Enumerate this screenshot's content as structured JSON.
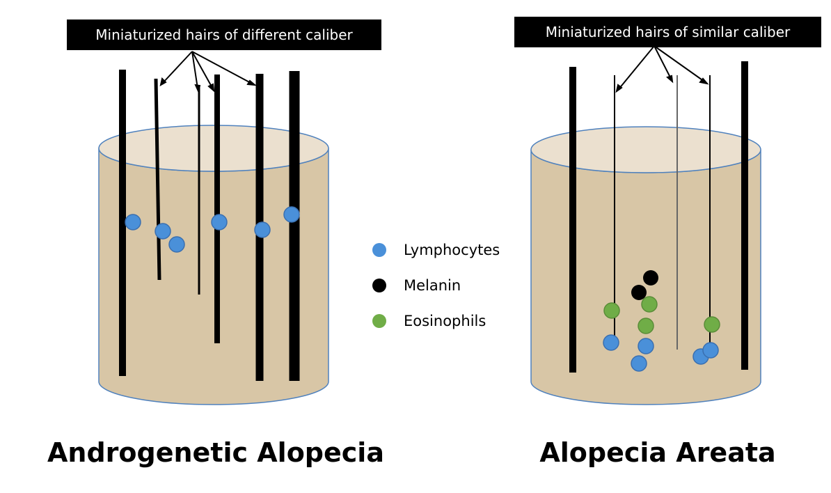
{
  "left_panel": {
    "callout": "Miniaturized hairs of different caliber",
    "caption": "Androgenetic Alopecia"
  },
  "right_panel": {
    "callout": "Miniaturized hairs of similar caliber",
    "caption": "Alopecia Areata"
  },
  "legend": {
    "items": [
      {
        "label": "Lymphocytes",
        "color": "#4a90d9"
      },
      {
        "label": "Melanin",
        "color": "#000000"
      },
      {
        "label": "Eosinophils",
        "color": "#70ad47"
      }
    ]
  },
  "colors": {
    "cylinder_body": "#d8c6a6",
    "cylinder_top": "#ebe0cf",
    "cylinder_outline": "#4f81bd",
    "hair": "#000000",
    "lymphocyte": "#4a90d9",
    "lymphocyte_outline": "#3a6fb0",
    "melanin": "#000000",
    "eosinophil": "#70ad47",
    "eosinophil_outline": "#5a8c38"
  }
}
